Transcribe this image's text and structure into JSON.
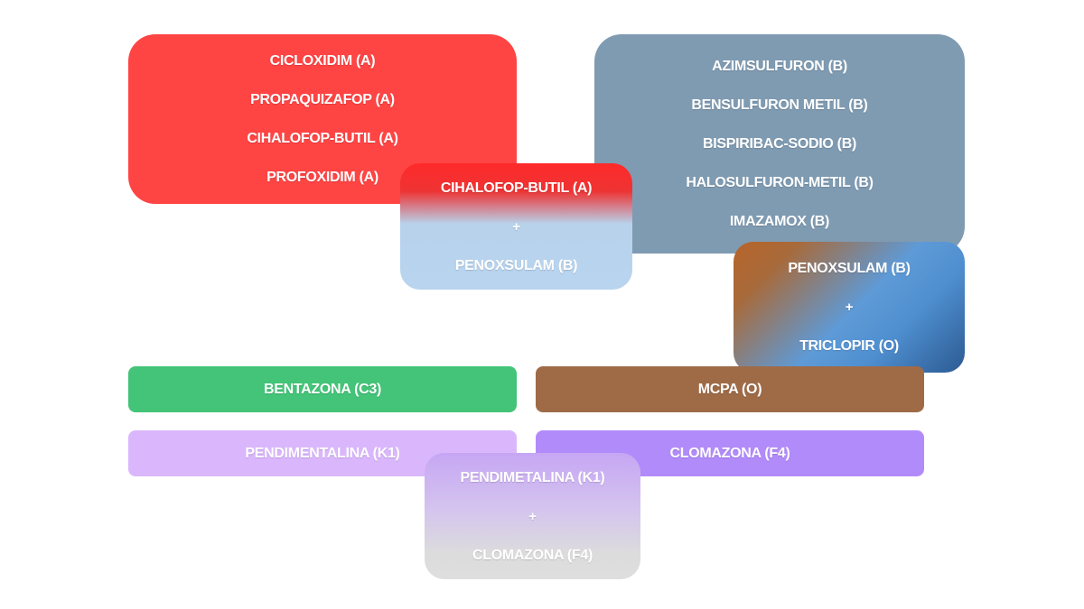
{
  "group_a": {
    "items": [
      "CICLOXIDIM (A)",
      "PROPAQUIZAFOP (A)",
      "CIHALOFOP-BUTIL (A)",
      "PROFOXIDIM (A)"
    ],
    "color": "#ff4444"
  },
  "group_b": {
    "items": [
      "AZIMSULFURON (B)",
      "BENSULFURON METIL (B)",
      "BISPIRIBAC-SODIO (B)",
      "HALOSULFURON-METIL (B)",
      "IMAZAMOX (B)"
    ],
    "color": "#7f9bb2"
  },
  "mix_ab": {
    "top": "CIHALOFOP-BUTIL (A)",
    "plus": "+",
    "bottom": "PENOXSULAM (B)"
  },
  "mix_bo": {
    "top": "PENOXSULAM (B)",
    "plus": "+",
    "bottom": "TRICLOPIR (O)"
  },
  "group_c3": {
    "label": "BENTAZONA (C3)",
    "color": "#43c478"
  },
  "group_o": {
    "label": "MCPA (O)",
    "color": "#9f6b47"
  },
  "group_k1": {
    "label": "PENDIMENTALINA (K1)",
    "color": "#dab7fd"
  },
  "group_f4": {
    "label": "CLOMAZONA (F4)",
    "color": "#b28bfb"
  },
  "mix_kf": {
    "top": "PENDIMETALINA (K1)",
    "plus": "+",
    "bottom": "CLOMAZONA (F4)"
  }
}
